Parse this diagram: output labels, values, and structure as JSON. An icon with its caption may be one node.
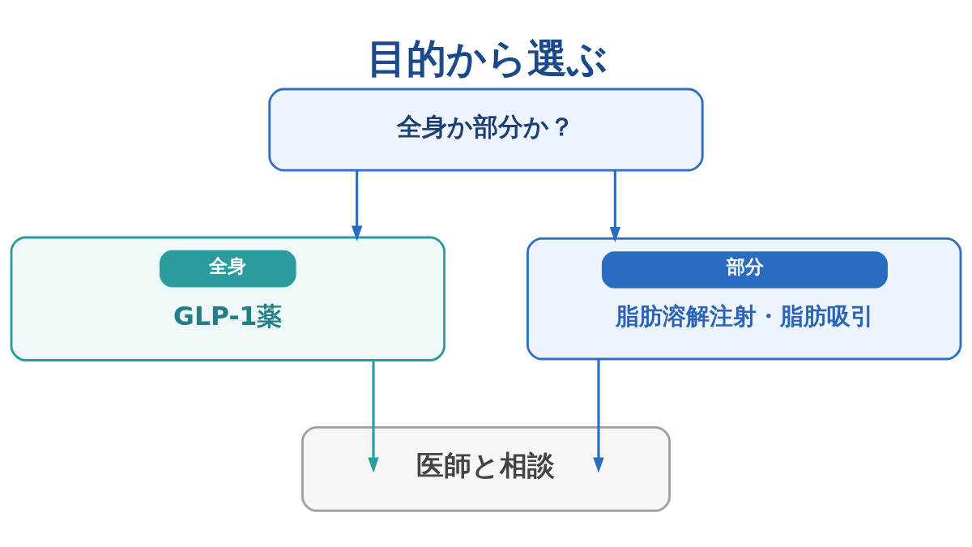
{
  "diagram": {
    "title": "目的から選ぶ",
    "nodes": [
      {
        "text": [
          "全身か部分か？"
        ]
      },
      {
        "text": [
          "全身",
          "GLP-1薬"
        ]
      },
      {
        "text": [
          "部分",
          "脂肪溶解注射・脂肪吸引"
        ]
      },
      {
        "text": [
          "医師と相談"
        ]
      }
    ],
    "edges": [
      {
        "from": 0,
        "to": 1,
        "arrow": "to"
      },
      {
        "from": 0,
        "to": 2,
        "arrow": "to"
      },
      {
        "from": 1,
        "to": 3,
        "arrow": "to",
        "color": "#2a9ca0"
      },
      {
        "from": 2,
        "to": 3,
        "arrow": "to"
      }
    ]
  }
}
